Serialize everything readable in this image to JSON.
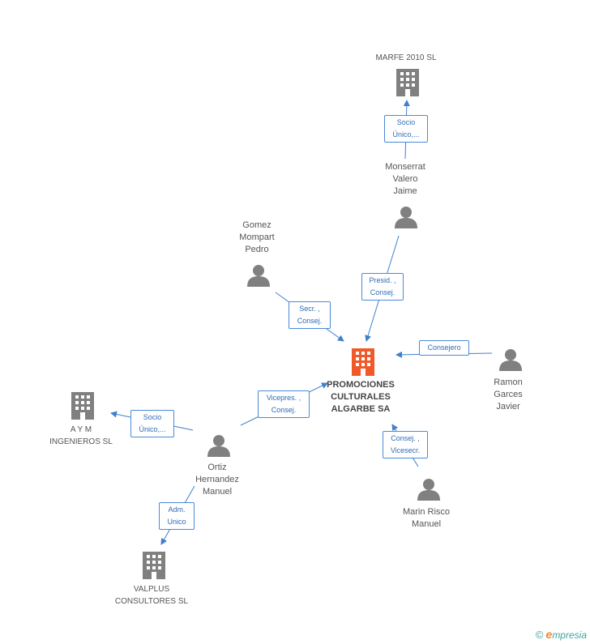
{
  "nodes": {
    "main": {
      "label": "PROMOCIONES\nCULTURALES\nALGARBE SA"
    },
    "marfe": {
      "label": "MARFE 2010 SL"
    },
    "monserrat": {
      "label": "Monserrat\nValero\nJaime"
    },
    "gomez": {
      "label": "Gomez\nMompart\nPedro"
    },
    "ramon": {
      "label": "Ramon\nGarces\nJavier"
    },
    "aym": {
      "label": "A Y M\nINGENIEROS SL"
    },
    "ortiz": {
      "label": "Ortiz\nHernandez\nManuel"
    },
    "marin": {
      "label": "Marin Risco\nManuel"
    },
    "valplus": {
      "label": "VALPLUS\nCONSULTORES SL"
    }
  },
  "edges": {
    "monserrat_marfe": "Socio\nÚnico,...",
    "monserrat_main": "Presid. ,\nConsej.",
    "gomez_main": "Secr. ,\nConsej.",
    "ramon_main": "Consejero",
    "ortiz_main": "Vicepres. ,\nConsej.",
    "ortiz_aym": "Socio\nÚnico,...",
    "marin_main": "Consej. ,\nVicesecr.",
    "ortiz_valplus": "Adm.\nUnico"
  },
  "colors": {
    "main_company": "#f05a28",
    "company": "#808080",
    "person": "#808080",
    "edge": "#3f7fd0"
  },
  "footer": {
    "copyright_symbol": "©",
    "brand_initial": "e",
    "brand_rest": "mpresia"
  }
}
